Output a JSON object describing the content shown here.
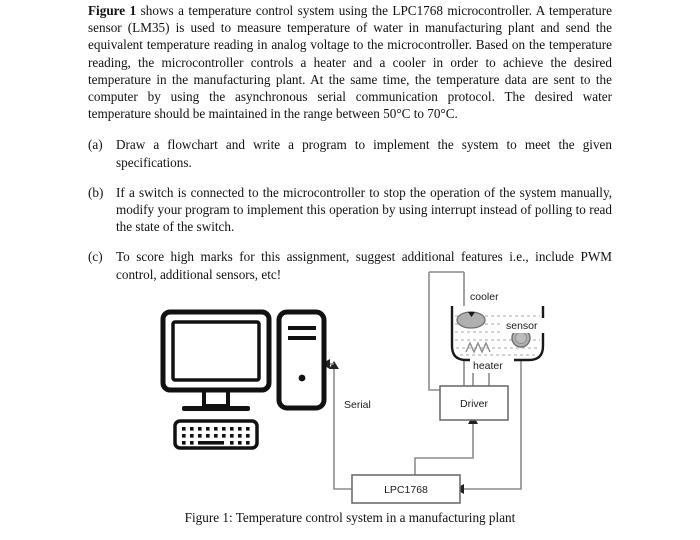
{
  "document": {
    "intro_prefix_bold": "Figure 1",
    "intro_body": " shows a temperature control system using the LPC1768 microcontroller. A temperature sensor (LM35) is used to measure temperature of water in manufacturing plant and send the equivalent temperature reading in analog voltage to the microcontroller. Based on the temperature reading, the microcontroller controls a heater and a cooler in order to achieve the desired temperature in the manufacturing plant. At the same time, the temperature data are sent to the computer by using the asynchronous serial communication protocol. The desired water temperature should be maintained in the range between 50°C to 70°C.",
    "questions": [
      {
        "label": "(a)",
        "text": "Draw a flowchart and write a program to implement the system to meet the given specifications."
      },
      {
        "label": "(b)",
        "text": "If a switch is connected to the microcontroller to stop the operation of the system manually, modify your program to implement this operation by using interrupt instead of polling to read the state of the switch."
      },
      {
        "label": "(c)",
        "text": "To score high marks for this assignment, suggest additional features i.e., include PWM control, additional sensors, etc!"
      }
    ],
    "caption": "Figure 1: Temperature control system in a manufacturing plant"
  },
  "diagram": {
    "labels": {
      "cooler": "cooler",
      "sensor": "sensor",
      "heater": "heater",
      "serial": "Serial",
      "driver": "Driver",
      "mcu": "LPC1768"
    },
    "colors": {
      "wire": "#8c8c8c",
      "box_stroke": "#6e6e6e",
      "tank_stroke": "#1a1a1a",
      "water_dash": "#b9b9b9",
      "component_fill": "#b0b0b0",
      "component_stroke": "#6e6e6e",
      "computer": "#111111",
      "text": "#1a1a1a"
    }
  }
}
